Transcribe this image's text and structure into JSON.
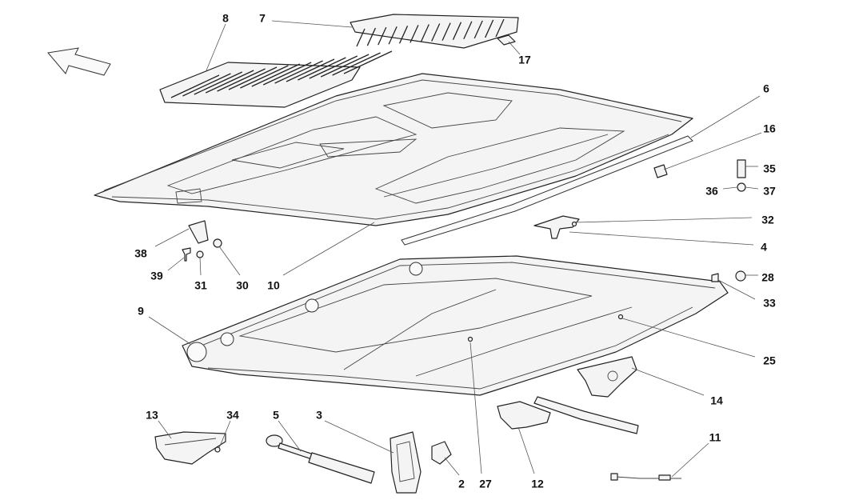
{
  "diagram": {
    "callouts": [
      {
        "id": "8",
        "text": "8"
      },
      {
        "id": "7",
        "text": "7"
      },
      {
        "id": "17",
        "text": "17"
      },
      {
        "id": "6",
        "text": "6"
      },
      {
        "id": "16",
        "text": "16"
      },
      {
        "id": "35",
        "text": "35"
      },
      {
        "id": "36",
        "text": "36"
      },
      {
        "id": "37",
        "text": "37"
      },
      {
        "id": "32",
        "text": "32"
      },
      {
        "id": "4",
        "text": "4"
      },
      {
        "id": "38",
        "text": "38"
      },
      {
        "id": "39",
        "text": "39"
      },
      {
        "id": "31",
        "text": "31"
      },
      {
        "id": "30",
        "text": "30"
      },
      {
        "id": "10",
        "text": "10"
      },
      {
        "id": "28",
        "text": "28"
      },
      {
        "id": "33",
        "text": "33"
      },
      {
        "id": "9",
        "text": "9"
      },
      {
        "id": "25",
        "text": "25"
      },
      {
        "id": "14",
        "text": "14"
      },
      {
        "id": "13",
        "text": "13"
      },
      {
        "id": "34",
        "text": "34"
      },
      {
        "id": "5",
        "text": "5"
      },
      {
        "id": "3",
        "text": "3"
      },
      {
        "id": "2",
        "text": "2"
      },
      {
        "id": "27",
        "text": "27"
      },
      {
        "id": "12",
        "text": "12"
      },
      {
        "id": "11",
        "text": "11"
      }
    ],
    "colors": {
      "line": "#222222",
      "fill": "#f4f4f4",
      "background": "#ffffff"
    },
    "icons": {
      "direction": "direction-arrow-icon"
    }
  }
}
